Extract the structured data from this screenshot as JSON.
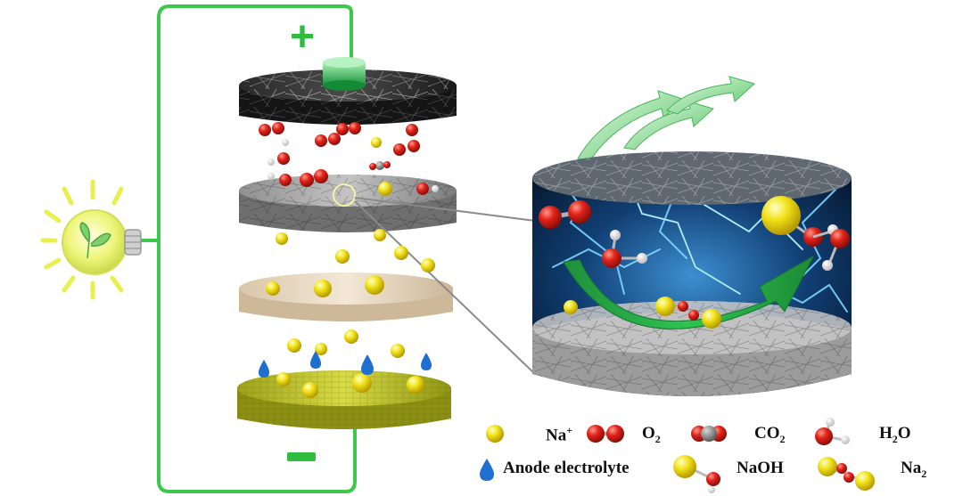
{
  "circuit": {
    "positive_sign": "+",
    "negative_sign": "−",
    "wire_color": "#3cc84b"
  },
  "legend": {
    "sodium_ion": {
      "base": "Na",
      "sup": "+"
    },
    "oxygen": {
      "base": "O",
      "sub": "2"
    },
    "carbon_dioxide": {
      "base": "CO",
      "sub": "2"
    },
    "water": {
      "base": "H",
      "sub": "2",
      "tail": "O"
    },
    "anode_electrolyte": "Anode electrolyte",
    "sodium_hydroxide": "NaOH",
    "sodium_peroxide": {
      "base": "Na",
      "sub": "2"
    }
  },
  "colors": {
    "sodium": "#f2e21a",
    "oxygen": "#e2231a",
    "hydrogen": "#ffffff",
    "arrow": "#22b04a",
    "electrolyte_drop": "#1f6fd0",
    "glow": "#2fb6ff"
  },
  "icons": [
    "lightbulb-icon",
    "electrolyte-drop-icon"
  ]
}
